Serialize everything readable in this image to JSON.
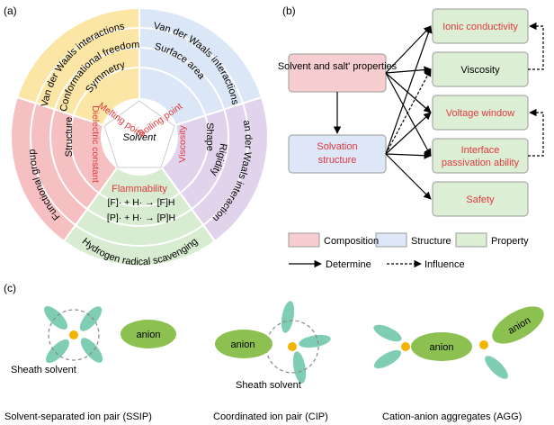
{
  "panel_a": {
    "label": "(a)",
    "center": "Solvent",
    "wedges": {
      "melting": "Melting point",
      "boiling": "Boiling point",
      "dielectric": "Dielectric constant",
      "viscosity": "Viscosity",
      "flammability": "Flammability"
    },
    "middle_ring": {
      "symmetry": "Symmetry",
      "surface_area": "Surface area",
      "structure": "Structure",
      "shape": "Shape",
      "reaction_1": "[F]· + H· → [F]H",
      "reaction_2": "[P]· + H· → [P]H"
    },
    "third_ring": {
      "conformational": "Conformational freedom",
      "rigidity": "Rigidity"
    },
    "outer_ring": {
      "vdw_left": "Van der Waals interactions",
      "vdw_top_right": "Van der Waals interactions",
      "vdw_right": "Van der Waals interactions",
      "functional_group": "Functional group",
      "hydrogen": "Hydrogen radical scavenging"
    },
    "colors": {
      "yellow": "#fbe6a6",
      "blue": "#dbe6f7",
      "purple": "#e2d3ec",
      "pink": "#f6c0c3",
      "green": "#d7ecd0",
      "red_text": "#e0393e"
    }
  },
  "panel_b": {
    "label": "(b)",
    "left_boxes": {
      "properties": "Solvent and salt' properties",
      "solvation_1": "Solvation",
      "solvation_2": "structure"
    },
    "right_boxes": {
      "ionic": "Ionic conductivity",
      "viscosity": "Viscosity",
      "voltage": "Voltage window",
      "interface_1": "Interface",
      "interface_2": "passivation ability",
      "safety": "Safety"
    },
    "legend": {
      "composition": "Composition",
      "structure": "Structure",
      "property": "Property",
      "determine": "Determine",
      "influence": "Influence"
    },
    "colors": {
      "composition": "#f8cdd0",
      "structure": "#dde7f7",
      "property": "#dcefd4"
    }
  },
  "panel_c": {
    "label": "(c)",
    "ssip": {
      "anion": "anion",
      "sheath": "Sheath solvent",
      "caption": "Solvent-separated ion pair (SSIP)"
    },
    "cip": {
      "anion": "anion",
      "sheath": "Sheath solvent",
      "caption": "Coordinated ion pair (CIP)"
    },
    "agg": {
      "anion_1": "anion",
      "anion_2": "anion",
      "caption": "Cation-anion aggregates (AGG)"
    },
    "colors": {
      "anion": "#8cc152",
      "solvent": "#7fcdb4",
      "cation": "#f2b400"
    }
  }
}
